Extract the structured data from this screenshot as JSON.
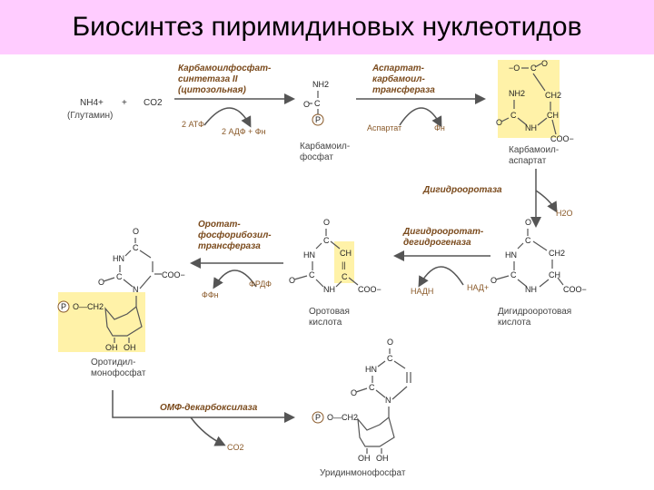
{
  "title": "Биосинтез пиримидиновых нуклеотидов",
  "colors": {
    "title_bg": "#ffccff",
    "highlight": "#fff2a8",
    "enzyme": "#7a4a1c",
    "gray": "#555555"
  },
  "substrates": {
    "nh4": "NH4+",
    "plus": "+",
    "co2": "CO2",
    "glutamine": "(Глутамин)"
  },
  "enzymes": {
    "cps_line1": "Карбамоилфосфат-",
    "cps_line2": "синтетаза II",
    "cps_line3": "(цитозольная)",
    "atc_line1": "Аспартат-",
    "atc_line2": "карбамоил-",
    "atc_line3": "трансфераза",
    "dho": "Дигидрооротаза",
    "dhodh_line1": "Дигидрооротат-",
    "dhodh_line2": "дегидрогеназа",
    "oprt_line1": "Оротат-",
    "oprt_line2": "фосфорибозил-",
    "oprt_line3": "трансфераза",
    "omp_dc": "ОМФ-декарбоксилаза"
  },
  "cofactors": {
    "atp": "2 АТФ",
    "adp_pi": "2 АДФ + Фн",
    "aspartate": "Аспартат",
    "pi": "Фн",
    "h2o": "H2O",
    "nadh": "НАДН",
    "nad": "НАД+",
    "prpp": "ФРДФ",
    "ppi": "ФФн",
    "co2": "CO2"
  },
  "compounds": {
    "carbamoyl_phosphate_1": "Карбамоил-",
    "carbamoyl_phosphate_2": "фосфат",
    "carbamoyl_aspartate_1": "Карбамоил-",
    "carbamoyl_aspartate_2": "аспартат",
    "dihydroorotate_1": "Дигидрооротовая",
    "dihydroorotate_2": "кислота",
    "orotate_1": "Оротовая",
    "orotate_2": "кислота",
    "omp_1": "Оротидил-",
    "omp_2": "монофосфат",
    "ump": "Уридинмонофосфат"
  },
  "atoms": {
    "nh2": "NH2",
    "c": "C",
    "o": "O",
    "p": "P",
    "ch": "CH",
    "ch2": "CH2",
    "nh": "NH",
    "hn": "HN",
    "n": "N",
    "coo": "COO−",
    "o_minus": "−O",
    "oh": "OH",
    "ch2_link": "O—CH2",
    "double": "||"
  }
}
